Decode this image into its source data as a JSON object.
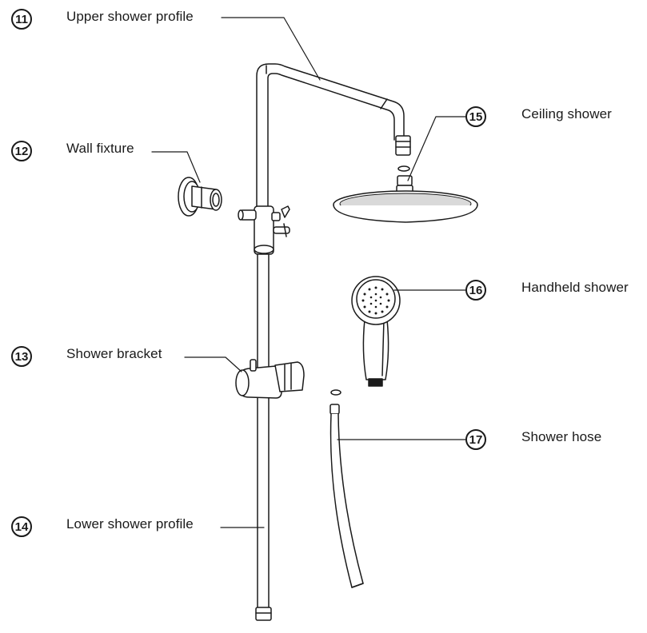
{
  "parts": [
    {
      "number": "11",
      "label": "Upper shower profile"
    },
    {
      "number": "12",
      "label": "Wall fixture"
    },
    {
      "number": "13",
      "label": "Shower bracket"
    },
    {
      "number": "14",
      "label": "Lower shower profile"
    },
    {
      "number": "15",
      "label": "Ceiling shower"
    },
    {
      "number": "16",
      "label": "Handheld shower"
    },
    {
      "number": "17",
      "label": "Shower hose"
    }
  ],
  "colors": {
    "line": "#1a1a1a",
    "fill": "#ffffff",
    "shade": "#d9d9d9"
  }
}
